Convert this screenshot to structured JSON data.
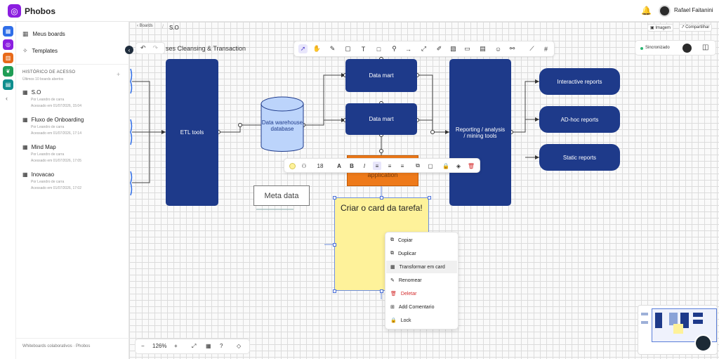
{
  "app": {
    "name": "Phobos",
    "user": "Rafael Faitanini"
  },
  "sidebar": {
    "nav": [
      {
        "label": "Meus boards",
        "icon": "grid-icon"
      },
      {
        "label": "Templates",
        "icon": "sparkle-icon"
      }
    ],
    "history_title": "HISTÓRICO DE ACESSO",
    "history_sub": "Últimos 10 boards abertos",
    "history": [
      {
        "title": "S.O",
        "by": "Por Leandro de carra",
        "when": "Acessado em 01/07/2026, 15:04"
      },
      {
        "title": "Fluxo de Onboarding",
        "by": "Por Leandro de carra",
        "when": "Acessado em 01/07/2026, 17:14"
      },
      {
        "title": "Mind Map",
        "by": "Por Leandro de carra",
        "when": "Acessado em 01/07/2026, 17:05"
      },
      {
        "title": "Inovacao",
        "by": "Por Leandro de carra",
        "when": "Acessado em 01/07/2026, 17:02"
      }
    ],
    "footer": "Whiteboards colaborativos · Phobos"
  },
  "header": {
    "crumb_back": "‹ Boards",
    "crumb_sep": "/",
    "board": "S.O",
    "image_btn": "Imagem",
    "share_btn": "Compartilhar"
  },
  "status": {
    "sync": "Sincronizado"
  },
  "diagram": {
    "bg_title": "ses  Cleansing & Transaction",
    "etl": "ETL tools",
    "warehouse": "Data warehouse database",
    "mart1": "Data mart",
    "mart2": "Data mart",
    "reporting": "Reporting / analysis / mining tools",
    "interactive": "Interactive reports",
    "adhoc": "AD-hoc reports",
    "static": "Static reports",
    "meta": "Meta data",
    "orange": "application",
    "sticky": "Criar o card da tarefa!"
  },
  "format": {
    "font_size": "18"
  },
  "context_menu": [
    {
      "label": "Copiar",
      "icon": "copy-icon"
    },
    {
      "label": "Duplicar",
      "icon": "duplicate-icon"
    },
    {
      "label": "Transformar em card",
      "icon": "card-icon"
    },
    {
      "label": "Renomear",
      "icon": "pencil-icon"
    },
    {
      "label": "Deletar",
      "icon": "trash-icon"
    },
    {
      "label": "Add Comentario",
      "icon": "comment-icon"
    },
    {
      "label": "Lock",
      "icon": "lock-icon"
    }
  ],
  "zoom": {
    "level": "126%",
    "help": "?"
  },
  "colors": {
    "brand": "#8b1ee0",
    "node": "#1e3a8a",
    "sticky": "#fef29a",
    "orange": "#ee7a1a",
    "delete": "#d42c2c"
  }
}
